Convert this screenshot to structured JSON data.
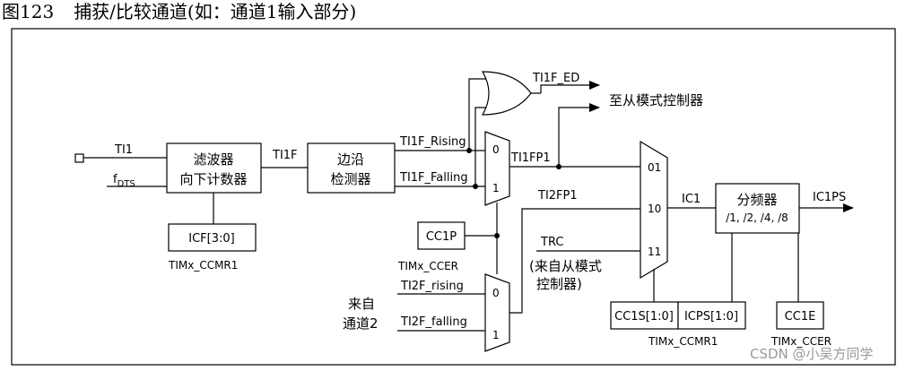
{
  "title": {
    "figure_number": "图123",
    "caption": "捕获/比较通道(如：通道1输入部分)"
  },
  "blocks": {
    "filter": {
      "line1": "滤波器",
      "line2": "向下计数器"
    },
    "edge": {
      "line1": "边沿",
      "line2": "检测器"
    },
    "prescaler": {
      "line1": "分频器",
      "line2": "/1, /2, /4, /8"
    },
    "icf": "ICF[3:0]",
    "cc1p": "CC1P",
    "cc1s": "CC1S[1:0]",
    "icps": "ICPS[1:0]",
    "cc1e": "CC1E"
  },
  "signals": {
    "ti1": "TI1",
    "fdts_main": "f",
    "fdts_sub": "DTS",
    "ti1f": "TI1F",
    "ti1f_rising": "TI1F_Rising",
    "ti1f_falling": "TI1F_Falling",
    "ti1f_ed": "TI1F_ED",
    "ti1fp1": "TI1FP1",
    "ti2fp1": "TI2FP1",
    "trc": "TRC",
    "ic1": "IC1",
    "ic1ps": "IC1PS",
    "ti2f_rising": "TI2F_rising",
    "ti2f_falling": "TI2F_falling"
  },
  "mux_labels": {
    "top_0": "0",
    "top_1": "1",
    "bottom_0": "0",
    "bottom_1": "1",
    "main_01": "01",
    "main_10": "10",
    "main_11": "11"
  },
  "registers": {
    "ccmr1_top": "TIMx_CCMR1",
    "ccer_mid": "TIMx_CCER",
    "ccmr1_bottom": "TIMx_CCMR1",
    "ccer_bottom": "TIMx_CCER"
  },
  "notes": {
    "to_slave": "至从模式控制器",
    "from_slave_1": "(来自从模式",
    "from_slave_2": "控制器)",
    "from_ch2_1": "来自",
    "from_ch2_2": "通道2"
  },
  "watermark": "CSDN @小吴方同学"
}
